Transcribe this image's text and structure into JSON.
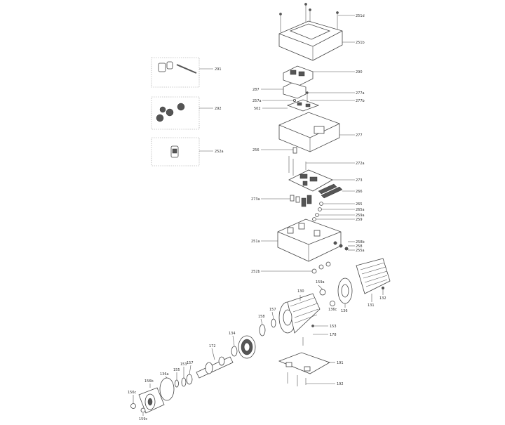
{
  "diagram": {
    "callouts": [
      {
        "id": "251d",
        "text": "251d"
      },
      {
        "id": "251b",
        "text": "251b"
      },
      {
        "id": "291",
        "text": "291"
      },
      {
        "id": "290",
        "text": "290"
      },
      {
        "id": "287",
        "text": "287"
      },
      {
        "id": "277a",
        "text": "277a"
      },
      {
        "id": "257a",
        "text": "257a"
      },
      {
        "id": "277b",
        "text": "277b"
      },
      {
        "id": "292",
        "text": "292"
      },
      {
        "id": "502",
        "text": "502"
      },
      {
        "id": "277",
        "text": "277"
      },
      {
        "id": "252a",
        "text": "252a"
      },
      {
        "id": "256",
        "text": "256"
      },
      {
        "id": "272a",
        "text": "272a"
      },
      {
        "id": "273",
        "text": "273"
      },
      {
        "id": "266",
        "text": "266"
      },
      {
        "id": "273a",
        "text": "273a"
      },
      {
        "id": "265",
        "text": "265"
      },
      {
        "id": "265a",
        "text": "265a"
      },
      {
        "id": "259a",
        "text": "259a"
      },
      {
        "id": "259",
        "text": "259"
      },
      {
        "id": "258b",
        "text": "258b"
      },
      {
        "id": "258",
        "text": "258"
      },
      {
        "id": "251a",
        "text": "251a"
      },
      {
        "id": "255a",
        "text": "255a"
      },
      {
        "id": "252b",
        "text": "252b"
      },
      {
        "id": "159a",
        "text": "159a"
      },
      {
        "id": "130",
        "text": "130"
      },
      {
        "id": "136",
        "text": "136"
      },
      {
        "id": "131",
        "text": "131"
      },
      {
        "id": "132",
        "text": "132"
      },
      {
        "id": "136c",
        "text": "136c"
      },
      {
        "id": "157",
        "text": "157"
      },
      {
        "id": "158",
        "text": "158"
      },
      {
        "id": "153",
        "text": "153"
      },
      {
        "id": "178",
        "text": "178"
      },
      {
        "id": "134",
        "text": "134"
      },
      {
        "id": "172",
        "text": "172"
      },
      {
        "id": "191",
        "text": "191"
      },
      {
        "id": "192",
        "text": "192"
      },
      {
        "id": "157b",
        "text": "157"
      },
      {
        "id": "153b",
        "text": "153"
      },
      {
        "id": "155",
        "text": "155"
      },
      {
        "id": "136a",
        "text": "136a"
      },
      {
        "id": "156b",
        "text": "156b"
      },
      {
        "id": "156c",
        "text": "156c"
      },
      {
        "id": "159c",
        "text": "159c"
      }
    ]
  }
}
